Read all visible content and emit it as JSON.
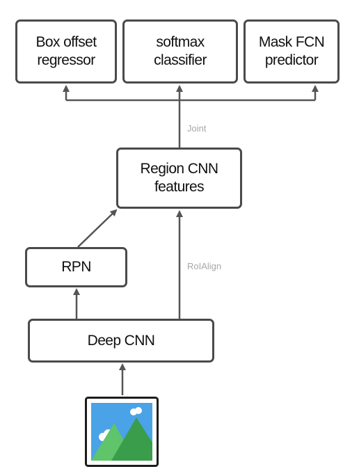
{
  "nodes": {
    "box_offset": "Box offset\nregressor",
    "softmax": "softmax\nclassifier",
    "mask_fcn": "Mask FCN\npredictor",
    "region_cnn": "Region CNN\nfeatures",
    "rpn": "RPN",
    "deep_cnn": "Deep CNN"
  },
  "edge_labels": {
    "joint": "Joint",
    "roialign": "RoIAlign"
  },
  "input_image": {
    "icon": "image-icon"
  },
  "colors": {
    "border": "#4a4a4a",
    "arrow": "#555555",
    "label": "#a7a7a7",
    "image_frame": "#1c1c1c",
    "sky": "#4aa3e6",
    "mountain_light": "#5fc46a",
    "mountain_dark": "#3a9d4b"
  }
}
